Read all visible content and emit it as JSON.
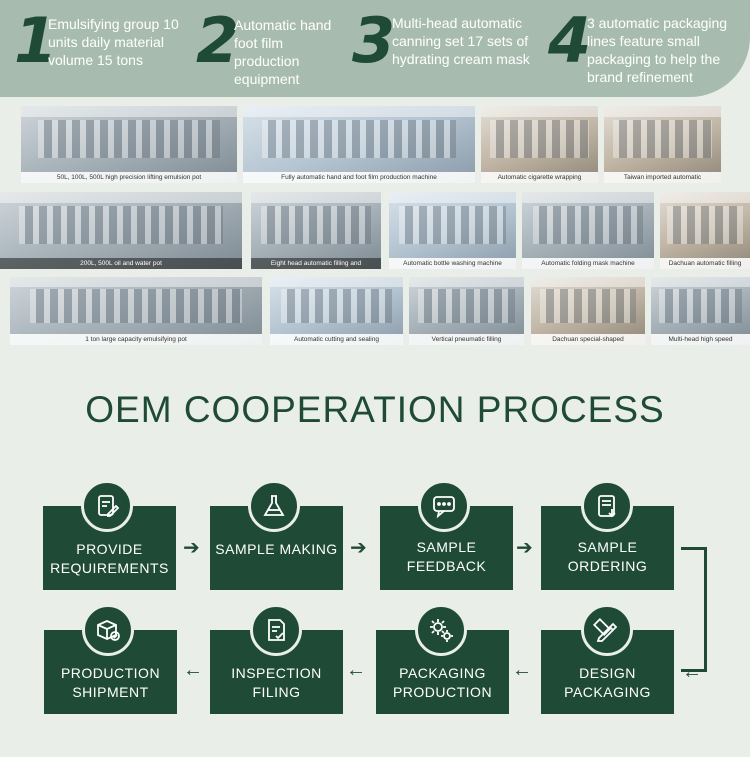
{
  "features": [
    {
      "num": "1",
      "text": "Emulsifying group 10 units daily material volume 15 tons"
    },
    {
      "num": "2",
      "text": "Automatic hand foot film production equipment"
    },
    {
      "num": "3",
      "text": "Multi-head automatic canning set 17 sets of hydrating cream mask"
    },
    {
      "num": "4",
      "text": "3 automatic packaging lines feature small packaging to help the brand refinement"
    }
  ],
  "photos": [
    "50L, 100L, 500L high precision lifting emulsion pot",
    "Fully automatic hand and foot film production machine",
    "Automatic cigarette wrapping",
    "Taiwan imported automatic",
    "200L, 500L oil and water pot",
    "Eight head automatic filling and",
    "Automatic bottle washing machine",
    "Automatic folding mask machine",
    "Dachuan automatic filling",
    "1 ton large capacity emulsifying pot",
    "Automatic cutting and sealing",
    "Vertical pneumatic filling",
    "Dachuan special-shaped",
    "Multi-head high speed"
  ],
  "process": {
    "title": "OEM COOPERATION PROCESS",
    "steps": [
      {
        "label": "PROVIDE REQUIREMENTS",
        "icon": "document-edit-icon"
      },
      {
        "label": "SAMPLE MAKING",
        "icon": "flask-icon"
      },
      {
        "label": "SAMPLE FEEDBACK",
        "icon": "chat-bubble-icon"
      },
      {
        "label": "SAMPLE ORDERING",
        "icon": "document-download-icon"
      },
      {
        "label": "DESIGN PACKAGING",
        "icon": "pencil-ruler-icon"
      },
      {
        "label": "PACKAGING PRODUCTION",
        "icon": "gears-icon"
      },
      {
        "label": "INSPECTION FILING",
        "icon": "checklist-icon"
      },
      {
        "label": "PRODUCTION SHIPMENT",
        "icon": "box-check-icon"
      }
    ]
  },
  "colors": {
    "primary": "#1f4b36",
    "header": "#a7bcae",
    "background": "#e9eee9"
  }
}
